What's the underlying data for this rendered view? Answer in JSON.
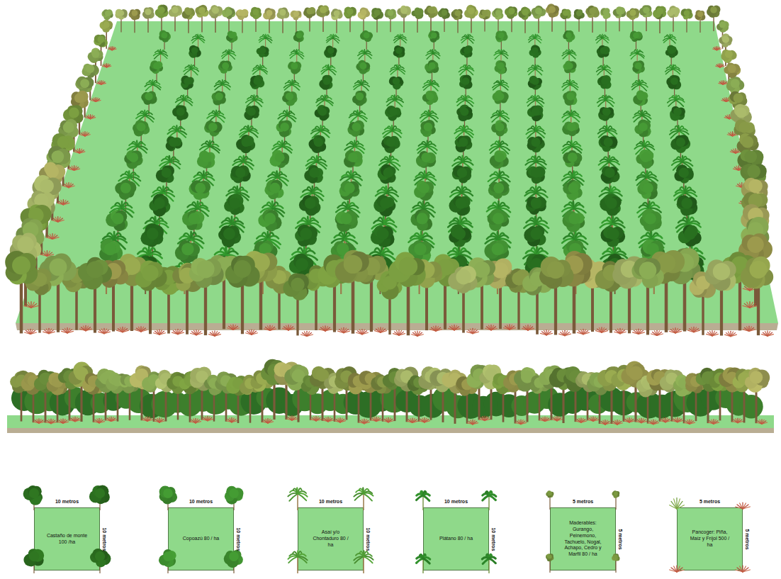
{
  "diagram": {
    "nodes": [
      {
        "text": [
          "Castaño de monte 100 /ha"
        ]
      },
      {
        "text": [
          "Copoazú 80 / ha"
        ]
      },
      {
        "text": [
          "Asaí y/o Chontaduro 80 / ha"
        ]
      },
      {
        "text": [
          "Plátano 80 / ha"
        ]
      },
      {
        "text": [
          "Maderables: Gurango, Peinemono, Tachuelo, Nogal, Achapo, Cedro y Marfil 80 / ha"
        ]
      },
      {
        "text": [
          "Pancoger: Piña, Maíz y Fríjol 500 / ha"
        ]
      }
    ],
    "labels": [
      "10 metros",
      "10 metros",
      "10 metros",
      "10 metros",
      "10 metros",
      "10 metros",
      "10 metros",
      "10 metros",
      "5 metros",
      "5 metros",
      "5 metros",
      "5 metros"
    ]
  }
}
